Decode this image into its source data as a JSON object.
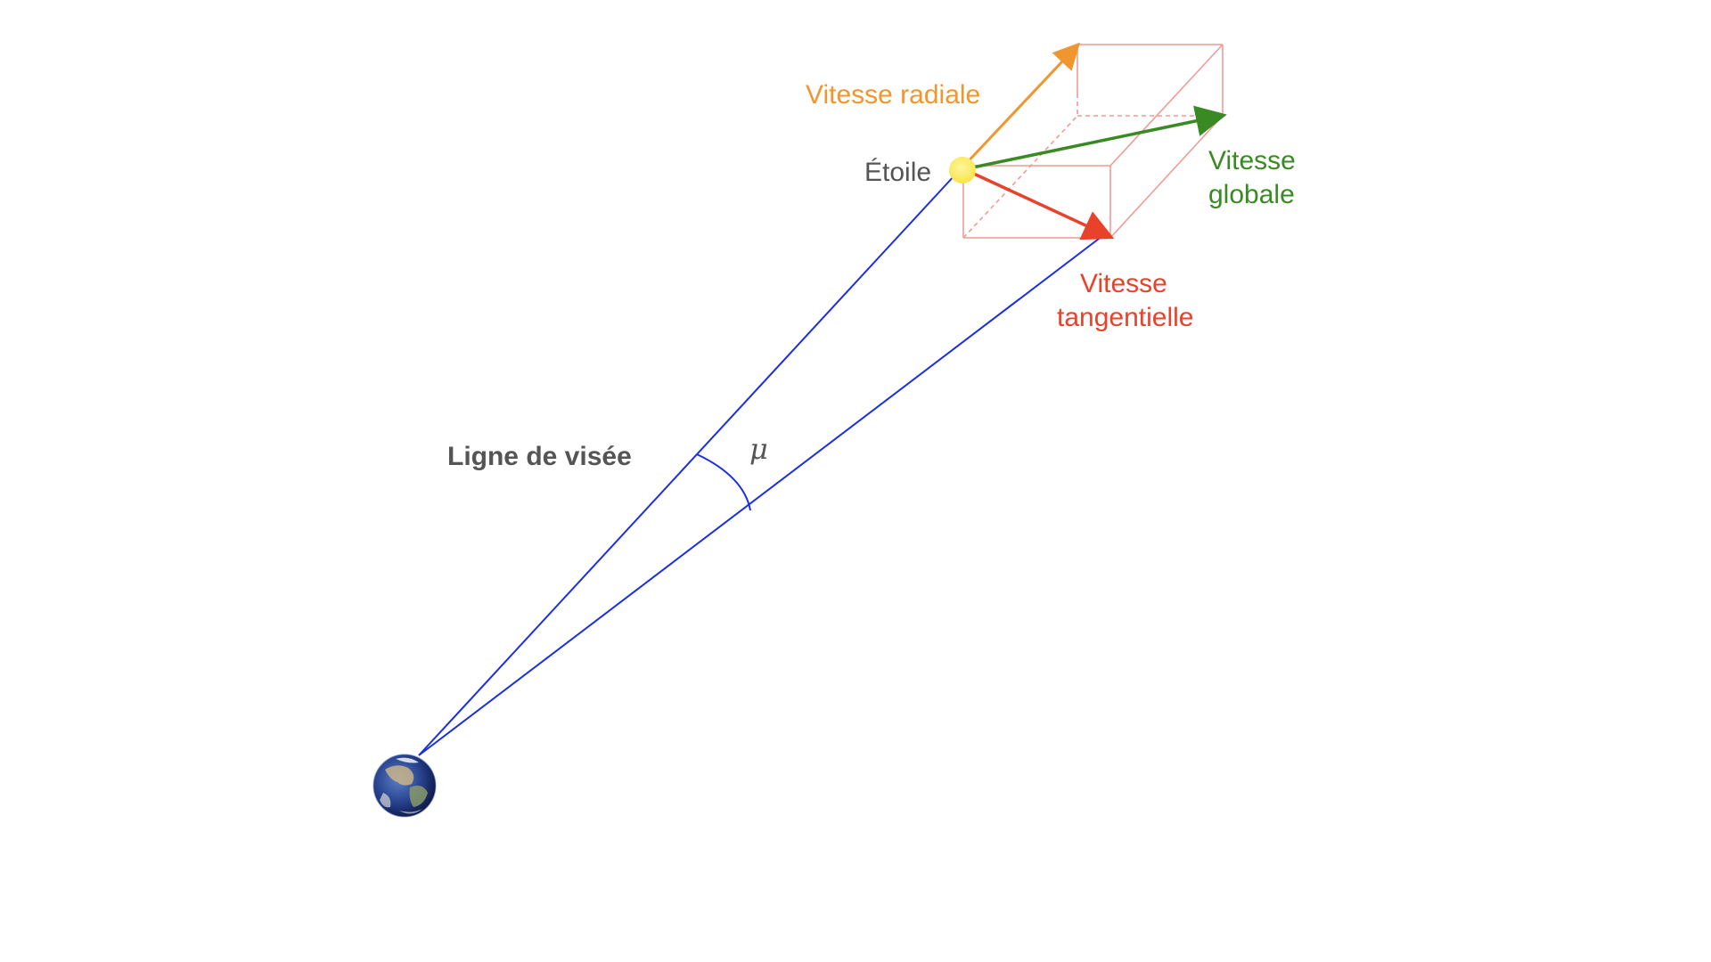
{
  "labels": {
    "radial": "Vitesse radiale",
    "star": "Étoile",
    "global_line1": "Vitesse",
    "global_line2": "globale",
    "tangent_line1": "Vitesse",
    "tangent_line2": "tangentielle",
    "line_of_sight": "Ligne de visée",
    "angle": "μ"
  },
  "colors": {
    "sight_lines": "#1a2fe0",
    "box": "#f09c94",
    "radial": "#f0962e",
    "global": "#3a8a24",
    "tangent": "#e8422b",
    "star": "#fbec5d"
  },
  "icons": {
    "earth": "earth-icon",
    "star": "star-dot"
  }
}
